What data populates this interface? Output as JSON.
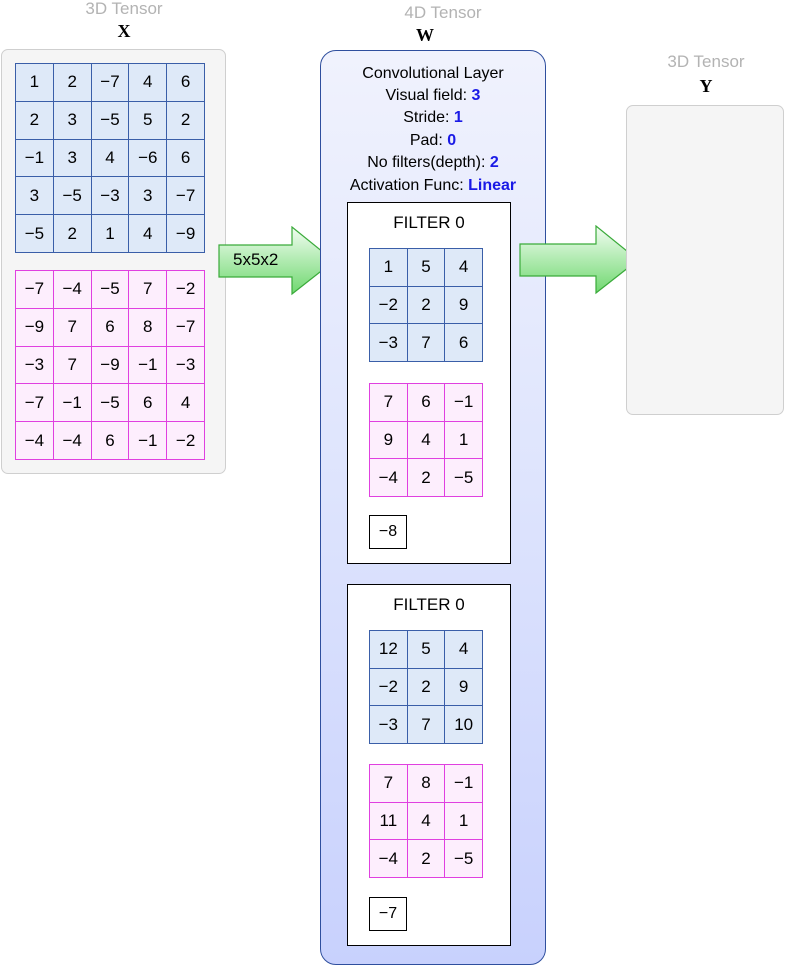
{
  "input": {
    "caption": "3D Tensor",
    "symbol": "X",
    "channels": [
      [
        [
          "1",
          "2",
          "−7",
          "4",
          "6"
        ],
        [
          "2",
          "3",
          "−5",
          "5",
          "2"
        ],
        [
          "−1",
          "3",
          "4",
          "−6",
          "6"
        ],
        [
          "3",
          "−5",
          "−3",
          "3",
          "−7"
        ],
        [
          "−5",
          "2",
          "1",
          "4",
          "−9"
        ]
      ],
      [
        [
          "−7",
          "−4",
          "−5",
          "7",
          "−2"
        ],
        [
          "−9",
          "7",
          "6",
          "8",
          "−7"
        ],
        [
          "−3",
          "7",
          "−9",
          "−1",
          "−3"
        ],
        [
          "−7",
          "−1",
          "−5",
          "6",
          "4"
        ],
        [
          "−4",
          "−4",
          "6",
          "−1",
          "−2"
        ]
      ]
    ]
  },
  "input_arrow_label": "5x5x2",
  "layer": {
    "caption": "4D Tensor",
    "symbol": "W",
    "title": "Convolutional Layer",
    "params": [
      {
        "label": "Visual field: ",
        "value": "3"
      },
      {
        "label": "Stride: ",
        "value": "1"
      },
      {
        "label": "Pad: ",
        "value": "0"
      },
      {
        "label": "No filters(depth): ",
        "value": "2"
      },
      {
        "label": "Activation Func: ",
        "value": "Linear"
      }
    ],
    "filters": [
      {
        "title": "FILTER 0",
        "channels": [
          [
            [
              "1",
              "5",
              "4"
            ],
            [
              "−2",
              "2",
              "9"
            ],
            [
              "−3",
              "7",
              "6"
            ]
          ],
          [
            [
              "7",
              "6",
              "−1"
            ],
            [
              "9",
              "4",
              "1"
            ],
            [
              "−4",
              "2",
              "−5"
            ]
          ]
        ],
        "bias": "−8"
      },
      {
        "title": "FILTER 0",
        "channels": [
          [
            [
              "12",
              "5",
              "4"
            ],
            [
              "−2",
              "2",
              "9"
            ],
            [
              "−3",
              "7",
              "10"
            ]
          ],
          [
            [
              "7",
              "8",
              "−1"
            ],
            [
              "11",
              "4",
              "1"
            ],
            [
              "−4",
              "2",
              "−5"
            ]
          ]
        ],
        "bias": "−7"
      }
    ]
  },
  "output": {
    "caption": "3D Tensor",
    "symbol": "Y"
  },
  "colors": {
    "blue_cell": "#dee9f8",
    "blue_border": "#3a5ea8",
    "pink_cell": "#fdeefd",
    "pink_border": "#e040e0",
    "param_value": "#1a1ae6",
    "arrow_fill": "#86e086"
  }
}
